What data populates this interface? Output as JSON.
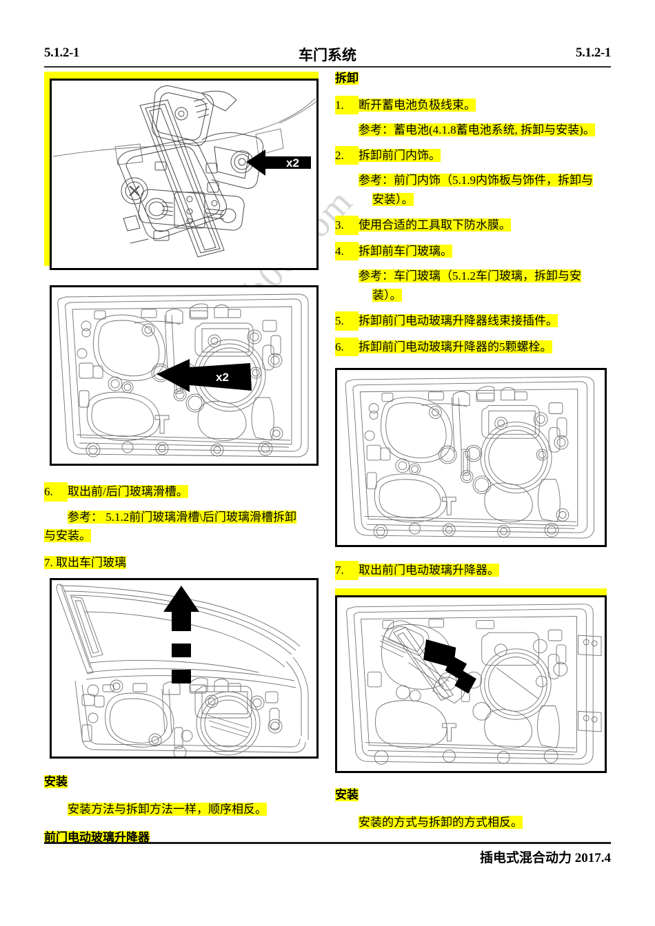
{
  "header": {
    "left_code": "5.1.2-1",
    "title": "车门系统",
    "right_code": "5.1.2-1"
  },
  "footer": {
    "text": "插电式混合动力 2017.4"
  },
  "watermark": {
    "text": "www.carb00.com"
  },
  "left_column": {
    "figure1": {
      "caption_label": "front-door-window-regulator-bolt-detail",
      "arrow_label": "x2"
    },
    "figure2": {
      "caption_label": "door-inner-panel-bolt-location",
      "arrow_label": "x2"
    },
    "step6": {
      "num": "6.",
      "text": "取出前/后门玻璃滑槽。"
    },
    "step6_ref_line1": "参考： 5.1.2前门玻璃滑槽\\后门玻璃滑槽拆卸",
    "step6_ref_line2": "与安装。",
    "step7": {
      "text": "7. 取出车门玻璃"
    },
    "figure3": {
      "caption_label": "door-glass-removal-direction"
    },
    "install_title": "安装",
    "install_text": "安装方法与拆卸方法一样，顺序相反。",
    "section_title": "前门电动玻璃升降器"
  },
  "right_column": {
    "removal_title": "拆卸",
    "steps": [
      {
        "num": "1.",
        "text": "断开蓄电池负极线束。"
      },
      {
        "num": "2.",
        "text": "拆卸前门内饰。"
      },
      {
        "num": "3.",
        "text": "使用合适的工具取下防水膜。"
      },
      {
        "num": "4.",
        "text": "拆卸前车门玻璃。"
      },
      {
        "num": "5.",
        "text": "拆卸前门电动玻璃升降器线束接插件。"
      },
      {
        "num": "6.",
        "text": "拆卸前门电动玻璃升降器的5颗螺栓。"
      }
    ],
    "ref1": "参考：蓄电池(4.1.8蓄电池系统, 拆卸与安装)。",
    "ref2_line1": "参考：前门内饰（5.1.9内饰板与饰件，拆卸与",
    "ref2_line2": "安装）。",
    "ref4_line1": "参考：车门玻璃（5.1.2车门玻璃，拆卸与安",
    "ref4_line2": "装）。",
    "figure4": {
      "caption_label": "front-door-inner-panel-bare"
    },
    "step7": {
      "num": "7.",
      "text": "取出前门电动玻璃升降器。"
    },
    "figure5": {
      "caption_label": "front-door-regulator-removal-arrows"
    },
    "install_title": "安装",
    "install_text": "安装的方式与拆卸的方式相反。"
  },
  "colors": {
    "highlight": "#ffff00",
    "line": "#4a4a4a",
    "border": "#000000",
    "watermark": "#c9c9c9"
  }
}
